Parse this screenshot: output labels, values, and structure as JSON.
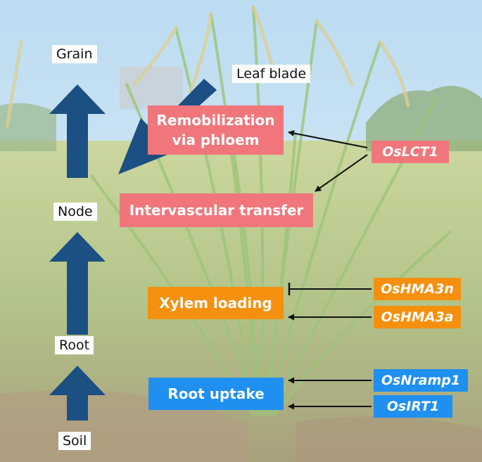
{
  "tissues": {
    "grain": "Grain",
    "leaf_blade": "Leaf blade",
    "node": "Node",
    "root": "Root",
    "soil": "Soil"
  },
  "processes": {
    "remobilization": "Remobilization\nvia phloem",
    "intervascular": "Intervascular transfer",
    "xylem_loading": "Xylem loading",
    "root_uptake": "Root uptake"
  },
  "genes": {
    "oslct1": "OsLCT1",
    "oshma3n": "OsHMA3n",
    "oshma3a": "OsHMA3a",
    "osnramp1": "OsNramp1",
    "osirt1": "OsIRT1"
  },
  "colors": {
    "phloem_box": "#f0767b",
    "xylem_box": "#f5900f",
    "uptake_box": "#1f8ff0",
    "flow_arrow": "#1c4f82",
    "sky": "#cfe6f4",
    "field": "#b9c98c"
  }
}
